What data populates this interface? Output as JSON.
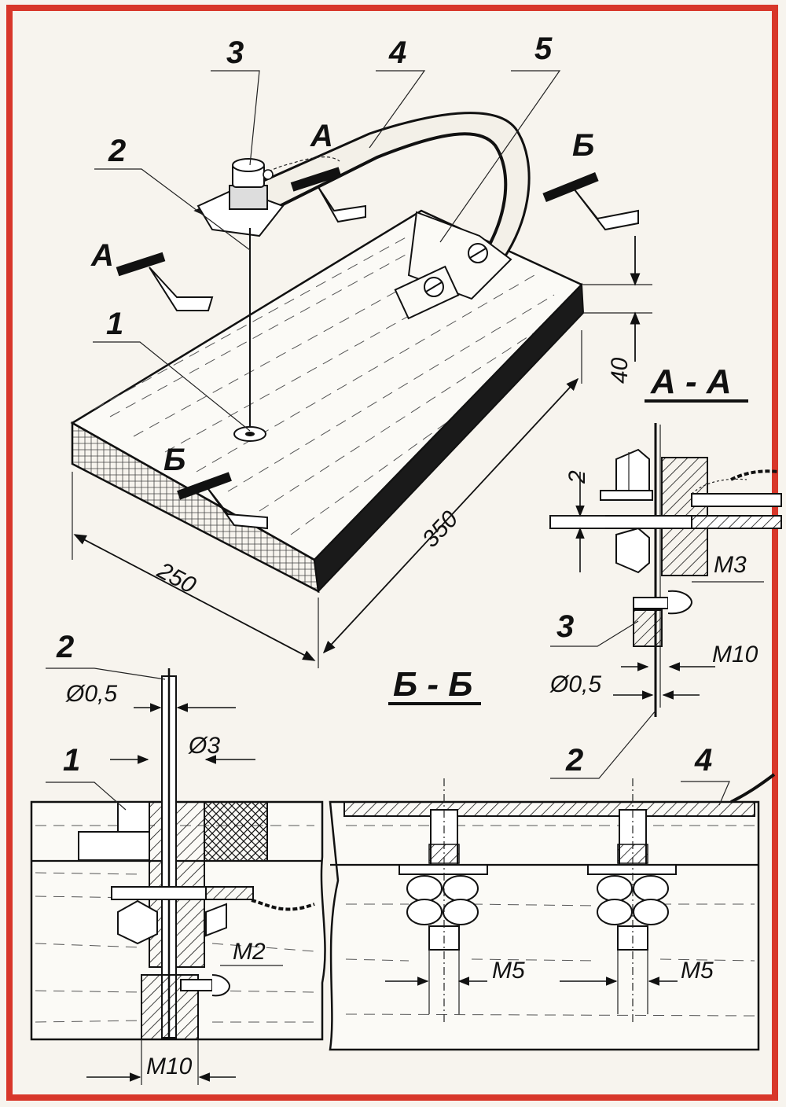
{
  "colors": {
    "frame": "#d8372a",
    "ink": "#111111",
    "paper": "#f7f4ee"
  },
  "callouts": {
    "c1": "1",
    "c2": "2",
    "c3": "3",
    "c4": "4",
    "c5": "5"
  },
  "view_marks": {
    "a": "А",
    "b": "Б"
  },
  "dimensions": {
    "length": "350",
    "width": "250",
    "thickness": "40"
  },
  "section_aa": {
    "title": "А - А",
    "gap": "2",
    "thread_small": "М3",
    "thread_big": "М10",
    "wire_dia": "Ø0,5",
    "callout_3": "3",
    "callout_2": "2"
  },
  "section_bb": {
    "title": "Б - Б",
    "callout_2": "2",
    "callout_1": "1",
    "callout_4": "4",
    "wire_dia": "Ø0,5",
    "tube_dia": "Ø3",
    "thread_m2": "М2",
    "thread_m10": "М10",
    "thread_m5_left": "М5",
    "thread_m5_right": "М5"
  }
}
